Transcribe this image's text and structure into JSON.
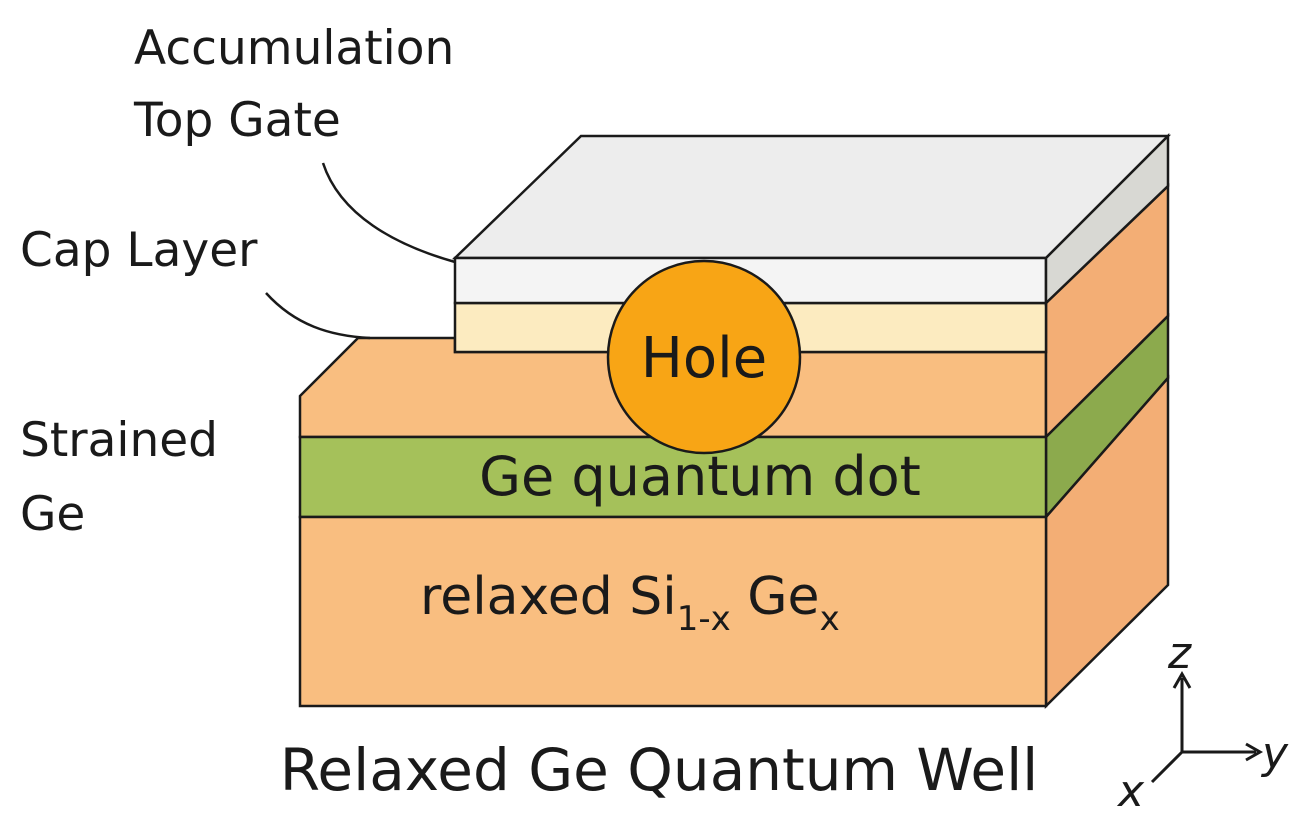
{
  "labels": {
    "top_gate_line1": "Accumulation",
    "top_gate_line2": "Top Gate",
    "cap_layer": "Cap Layer",
    "strained_line1": "Strained",
    "strained_line2": "Ge",
    "hole": "Hole",
    "qd": "Ge quantum dot",
    "relaxed_prefix": "relaxed Si",
    "relaxed_sub1": "1-x",
    "relaxed_mid": " Ge",
    "relaxed_sub2": "x",
    "title": "Relaxed Ge Quantum Well"
  },
  "axes": {
    "z": "z",
    "y": "y",
    "x": "x"
  },
  "colors": {
    "substrate": "#F9BE80",
    "substrate_side": "#F3AE75",
    "green_band": "#A5C15A",
    "green_side": "#8CAA4D",
    "cap": "#FCEBC0",
    "gate_top": "#EDEDED",
    "gate_front": "#F4F4F4",
    "gate_side": "#D8D8D3",
    "hole": "#F8A515",
    "outline": "#1a1a1a"
  }
}
